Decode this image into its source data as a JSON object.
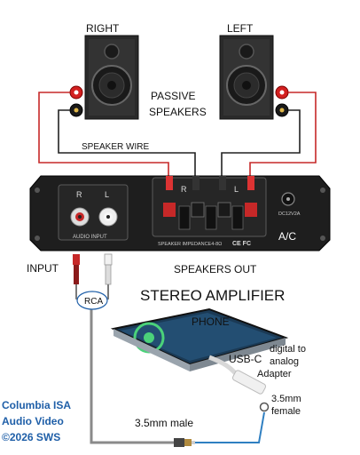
{
  "labels": {
    "right_speaker": "RIGHT",
    "left_speaker": "LEFT",
    "passive_speakers_line1": "PASSIVE",
    "passive_speakers_line2": "SPEAKERS",
    "speaker_wire": "SPEAKER WIRE",
    "amp_input_r": "R",
    "amp_input_l": "L",
    "amp_audio_input": "AUDIO INPUT",
    "amp_out_r": "R",
    "amp_out_l": "L",
    "amp_impedance": "SPEAKER IMPEDANCE4-8Ω",
    "amp_certs": "CE FC",
    "amp_power": "DC12V2A",
    "ac": "A/C",
    "input": "INPUT",
    "speakers_out": "SPEAKERS OUT",
    "stereo_amplifier": "STEREO AMPLIFIER",
    "rca": "RCA",
    "phone": "PHONE",
    "usbc": "USB-C",
    "adapter_line1": "digital to",
    "adapter_line2": "analog",
    "adapter_line3": "Adapter",
    "female_line1": "3.5mm",
    "female_line2": "female",
    "male": "3.5mm male",
    "brand_line1": "Columbia ISA",
    "brand_line2": "Audio Video",
    "brand_line3": "©2026 SWS"
  },
  "colors": {
    "wire_red": "#c62828",
    "wire_black": "#222222",
    "cable_gray": "#8a8a8a",
    "cable_blue": "#2f7fc1",
    "amp_body": "#1e1e1e",
    "speaker_body": "#2a2a2a",
    "brand_blue": "#1f5fa8"
  }
}
